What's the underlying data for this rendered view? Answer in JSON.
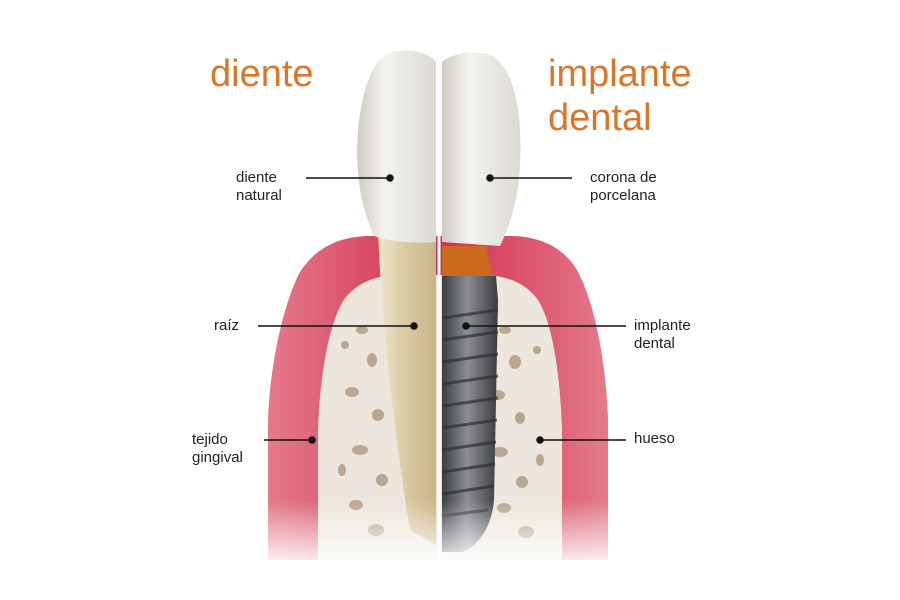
{
  "titles": {
    "left": "diente",
    "right_line1": "implante",
    "right_line2": "dental"
  },
  "labels": {
    "natural_tooth": [
      "diente",
      "natural"
    ],
    "root": "raíz",
    "gum_tissue": [
      "tejido",
      "gingival"
    ],
    "porcelain_crown": [
      "corona de",
      "porcelana"
    ],
    "dental_implant": [
      "implante",
      "dental"
    ],
    "bone": "hueso"
  },
  "colors": {
    "title": "#d9762a",
    "gum": "#d63a5a",
    "bone": "#ece6dc",
    "root": "#d8c9a4",
    "crown": "#ecebe7",
    "implant": "#5b5e63",
    "abutment": "#c96a1e"
  }
}
